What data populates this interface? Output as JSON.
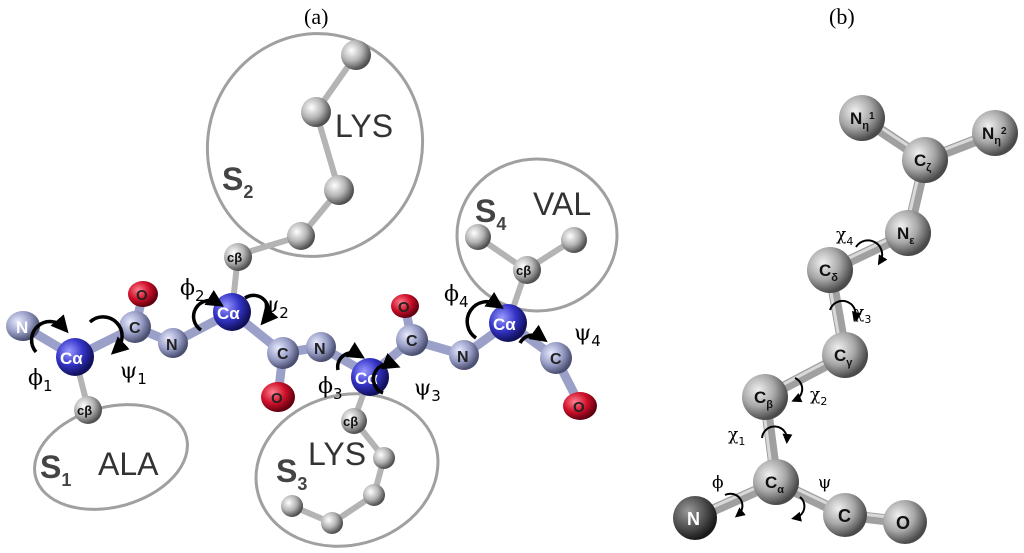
{
  "panels": {
    "a": "(a)",
    "b": "(b)"
  },
  "residues": {
    "ala": "ALA",
    "lys1": "LYS",
    "lys2": "LYS",
    "val": "VAL"
  },
  "sidechains": [
    {
      "main": "S",
      "sub": "1"
    },
    {
      "main": "S",
      "sub": "2"
    },
    {
      "main": "S",
      "sub": "3"
    },
    {
      "main": "S",
      "sub": "4"
    }
  ],
  "angles_a": [
    {
      "main": "ϕ",
      "sub": "1"
    },
    {
      "main": "ψ",
      "sub": "1"
    },
    {
      "main": "ϕ",
      "sub": "2"
    },
    {
      "main": "ψ",
      "sub": "2"
    },
    {
      "main": "ϕ",
      "sub": "3"
    },
    {
      "main": "ψ",
      "sub": "3"
    },
    {
      "main": "ϕ",
      "sub": "4"
    },
    {
      "main": "ψ",
      "sub": "4"
    }
  ],
  "atoms_a": {
    "n": "N",
    "ca": "Cα",
    "c": "C",
    "o": "O",
    "cb": "cβ"
  },
  "atoms_b": {
    "n": "N",
    "ca": "C",
    "ca_sub": "α",
    "cb": "C",
    "cb_sub": "β",
    "cg": "C",
    "cg_sub": "γ",
    "cd": "C",
    "cd_sub": "δ",
    "ne": "N",
    "ne_sub": "ε",
    "cz": "C",
    "cz_sub": "ζ",
    "nh1": "N",
    "nh1_sub": "η",
    "nh1_sup": "1",
    "nh2": "N",
    "nh2_sub": "η",
    "nh2_sup": "2",
    "c": "C",
    "o": "O"
  },
  "angles_b": {
    "phi": "ϕ",
    "psi": "ψ",
    "chi1": {
      "main": "χ",
      "sub": "1"
    },
    "chi2": {
      "main": "χ",
      "sub": "2"
    },
    "chi3": {
      "main": "χ",
      "sub": "3"
    },
    "chi4": {
      "main": "χ",
      "sub": "4"
    }
  },
  "colors": {
    "nitrogen_backbone": "#9aa0c6",
    "carbon_alpha": "#3a3ad0",
    "oxygen": "#d0102a",
    "sidechain_grey": "#b8b8b8",
    "ellipse": "#a0a0a0"
  }
}
